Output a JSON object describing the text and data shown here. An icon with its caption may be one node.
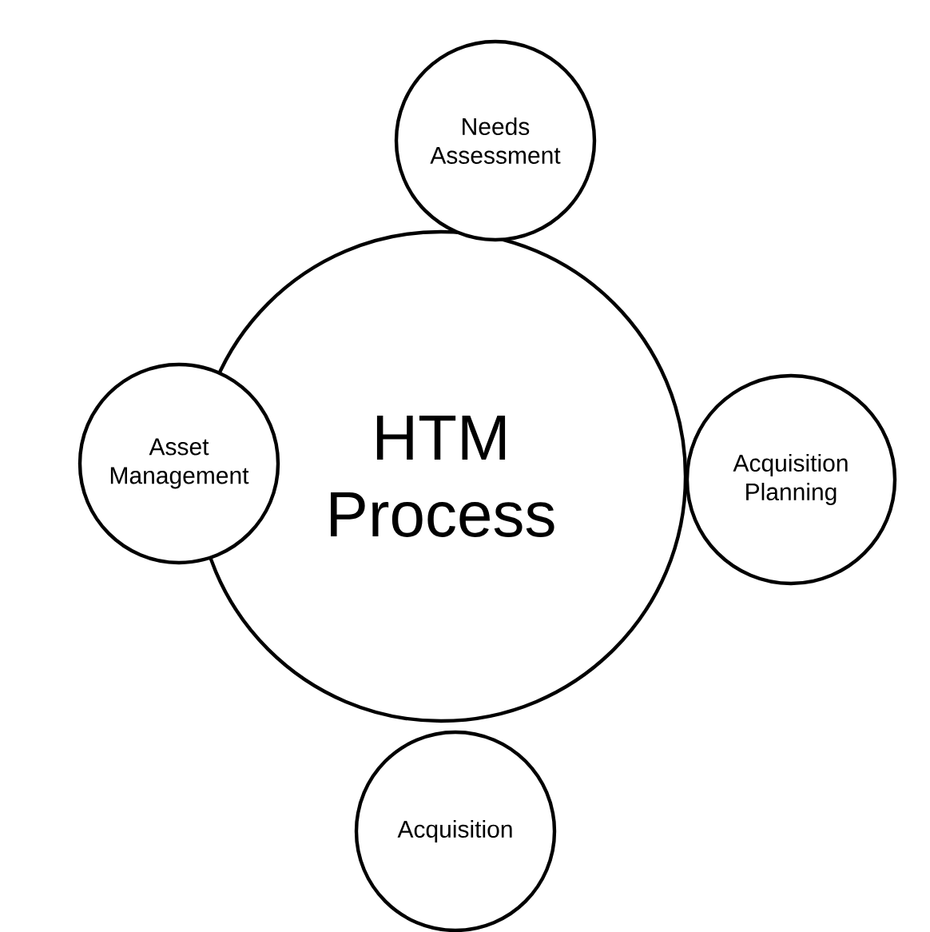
{
  "diagram": {
    "nodes": [
      {
        "text": [
          "HTM Process"
        ]
      },
      {
        "text": [
          "Needs Assessment"
        ]
      },
      {
        "text": [
          "Asset Management"
        ]
      },
      {
        "text": [
          "Acquisition Planning"
        ]
      },
      {
        "text": [
          "Acquisition"
        ]
      }
    ]
  }
}
